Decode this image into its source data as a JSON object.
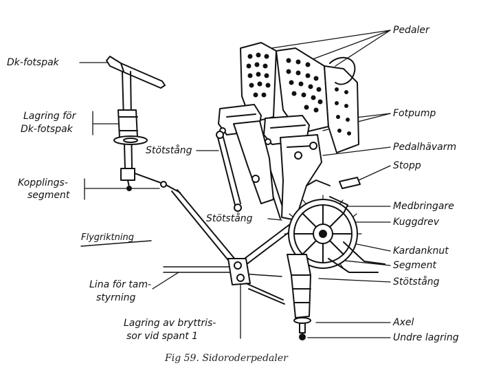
{
  "labels": {
    "pedaler": "Pedaler",
    "fotpump": "Fotpump",
    "pedalhavarm": "Pedalhävarm",
    "stopp": "Stopp",
    "medbringare": "Medbringare",
    "kuggdrev": "Kuggdrev",
    "kardanknut": "Kardanknut",
    "segment": "Segment",
    "stotstang_right": "Stötstång",
    "axel": "Axel",
    "undre_lagring": "Undre lagring",
    "dk_fotspak": "Dk-fotspak",
    "lagring_for_1": "Lagring för",
    "lagring_for_2": "Dk-fotspak",
    "stotstang_upper": "Stötstång",
    "kopplings_1": "Kopplings-",
    "kopplings_2": "segment",
    "stotstang_mid": "Stötstång",
    "flygriktning": "Flygriktning",
    "lina_1": "Lina för tam-",
    "lina_2": "styrning",
    "lagring_bryt_1": "Lagring av bryttris-",
    "lagring_bryt_2": "sor vid spant 1"
  },
  "caption": "Fig 59. Sidoroderpedaler",
  "colors": {
    "ink": "#111111",
    "paper": "#ffffff"
  }
}
